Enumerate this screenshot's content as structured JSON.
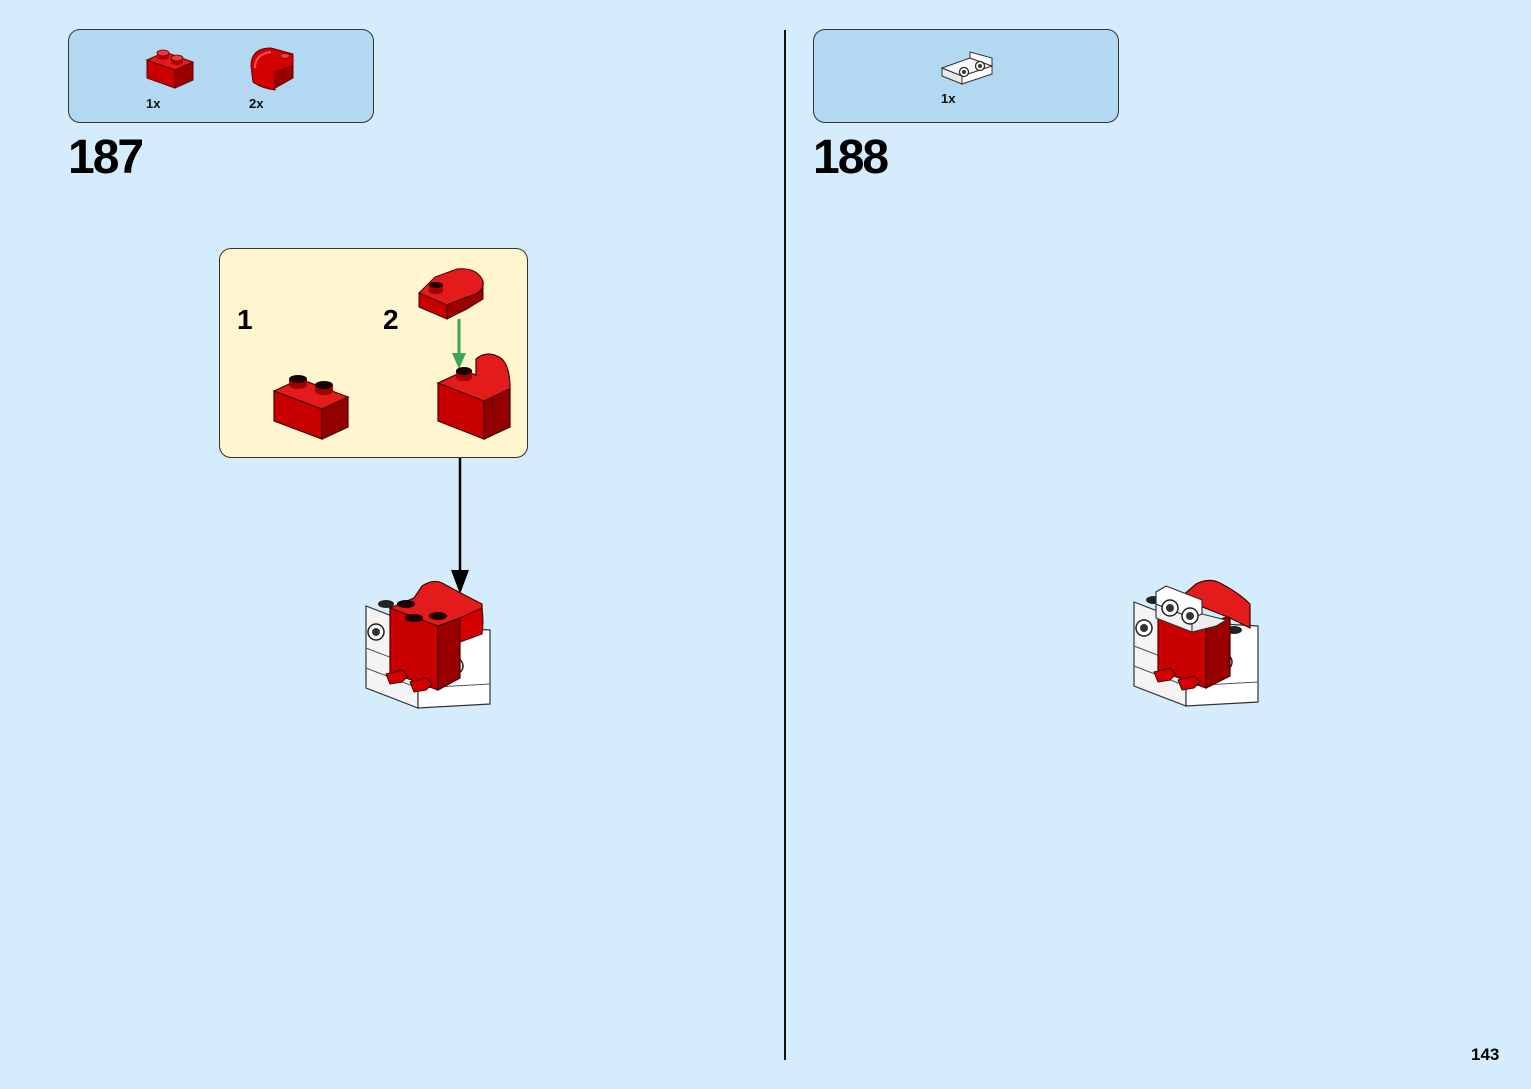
{
  "steps": [
    {
      "number": "187",
      "parts": [
        {
          "qty": "1x",
          "icon": "red-brick-1x2-icon"
        },
        {
          "qty": "2x",
          "icon": "red-curved-slope-icon"
        }
      ],
      "substeps": [
        {
          "number": "1"
        },
        {
          "number": "2"
        }
      ]
    },
    {
      "number": "188",
      "parts": [
        {
          "qty": "1x",
          "icon": "white-bracket-plate-icon"
        }
      ]
    }
  ],
  "page": {
    "number": "143"
  },
  "colors": {
    "background": "#d4ecfb",
    "parts_box": "#b2d8f2",
    "substep_box": "#fff6cf",
    "brick_red": "#d40000",
    "arrow_green": "#3aa853"
  }
}
